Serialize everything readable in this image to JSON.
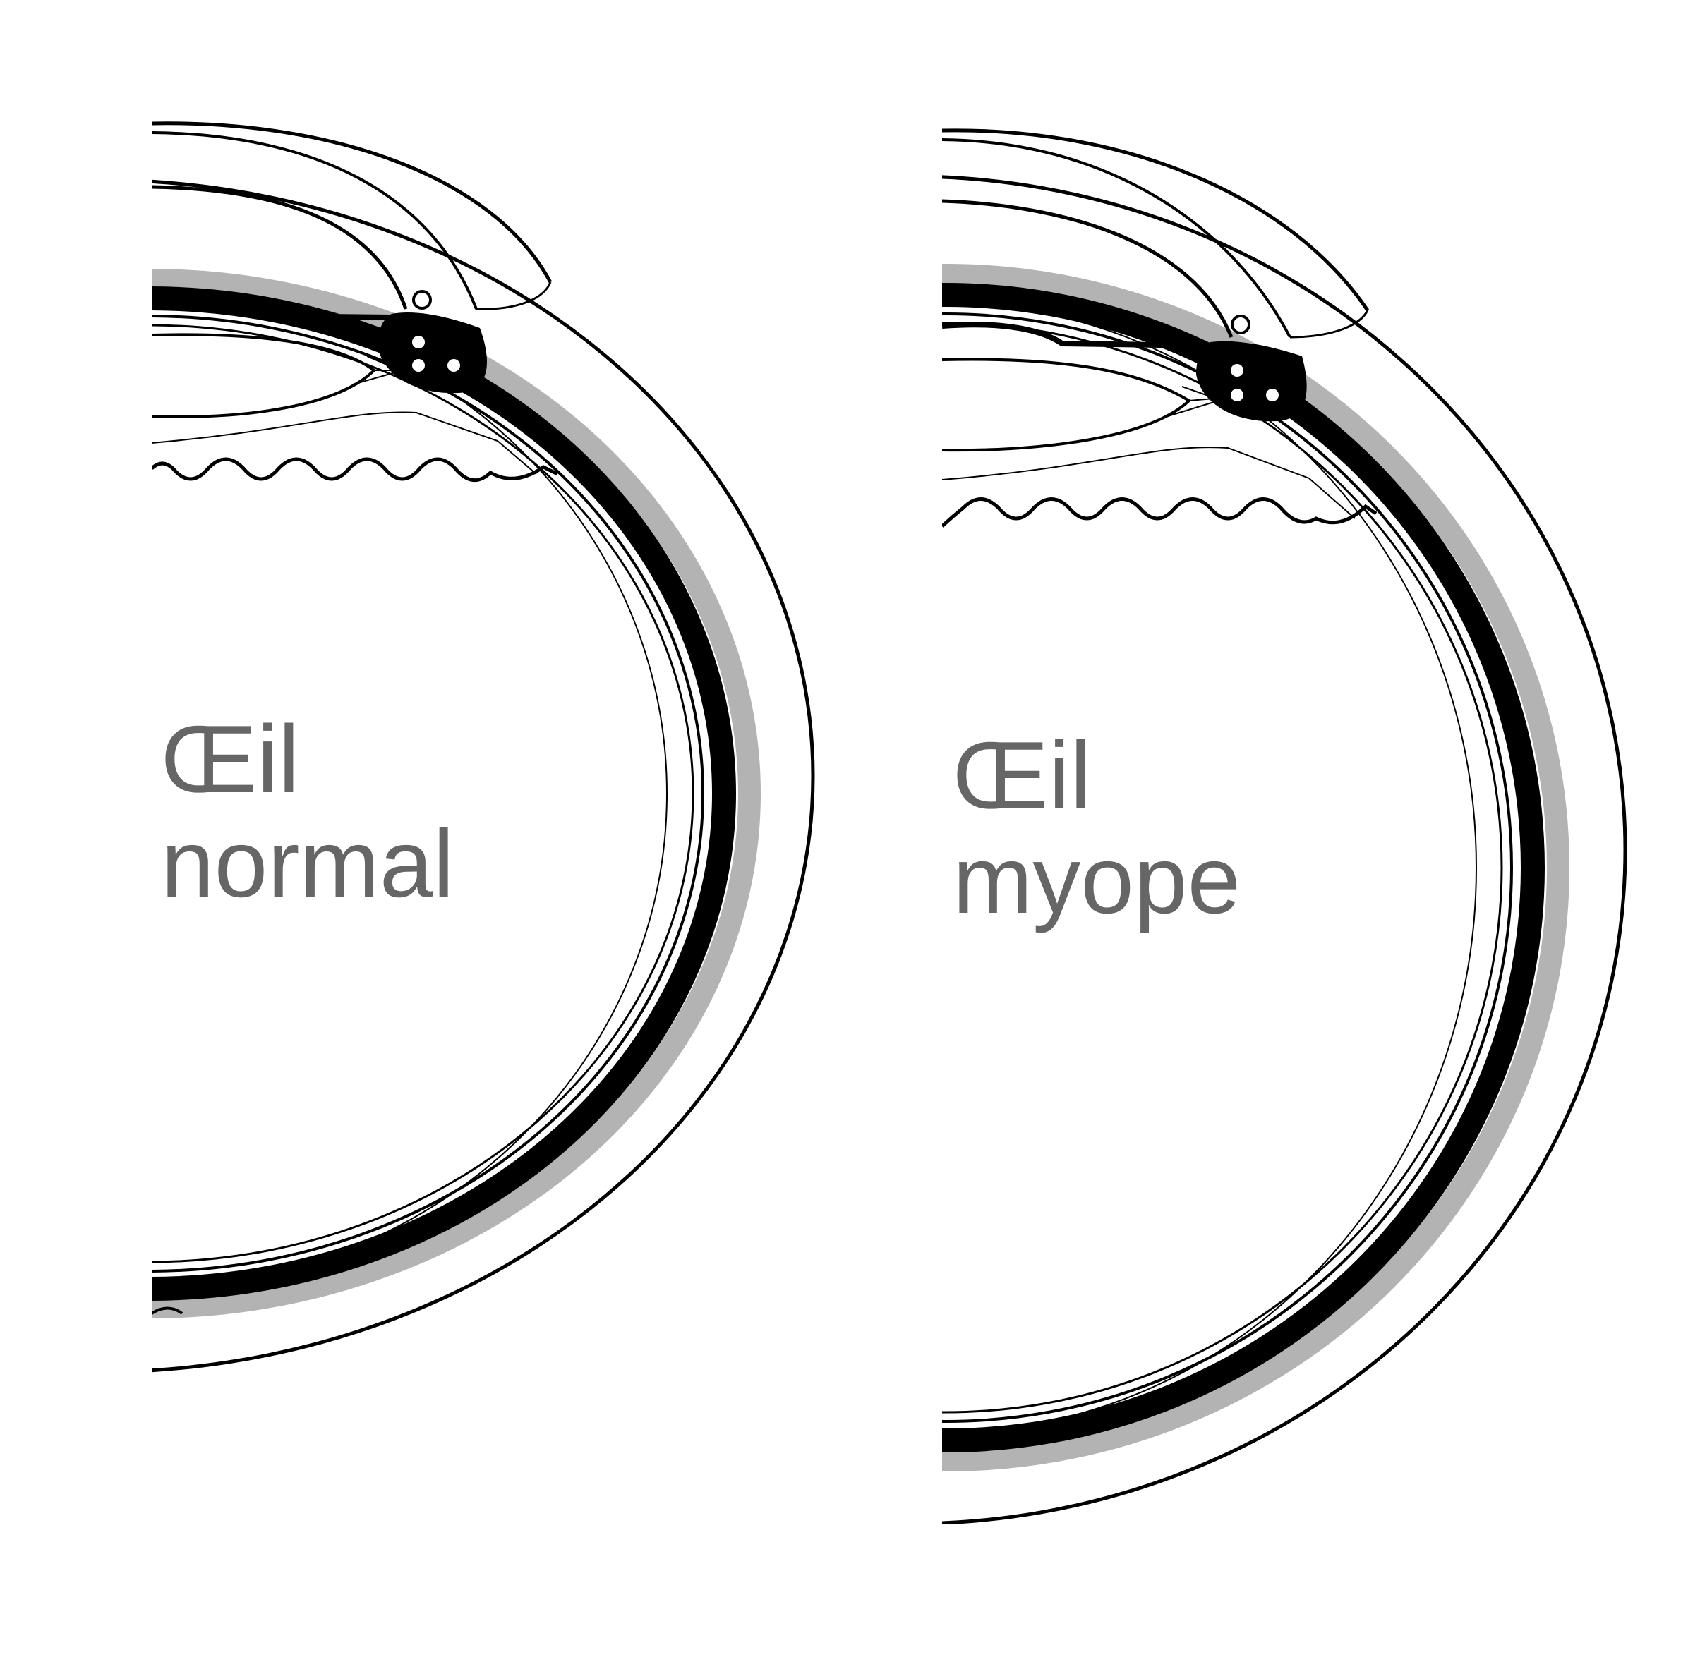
{
  "diagrams": [
    {
      "id": "normal",
      "label_lines": [
        "Œil",
        "normal"
      ]
    },
    {
      "id": "myope",
      "label_lines": [
        "Œil",
        "myope"
      ]
    }
  ],
  "colors": {
    "outline": "#000000",
    "choroid_band": "#b3b3b3",
    "label": "#666666",
    "background": "#ffffff"
  }
}
